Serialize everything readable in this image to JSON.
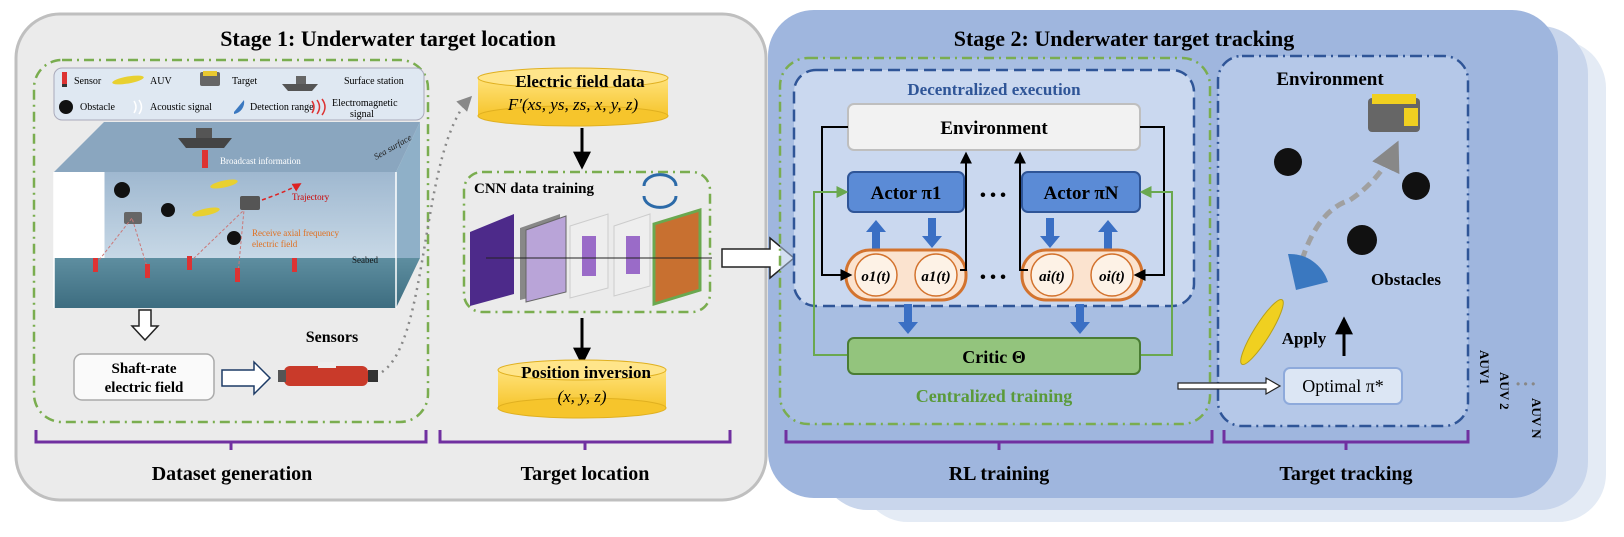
{
  "stage1": {
    "title": "Stage 1: Underwater target location",
    "legend": {
      "sensor": "Sensor",
      "auv": "AUV",
      "target": "Target",
      "surface_station": "Surface station",
      "obstacle": "Obstacle",
      "acoustic_signal": "Acoustic signal",
      "detection_range": "Detection range",
      "em_signal_line1": "Electromagnetic",
      "em_signal_line2": "signal"
    },
    "scene": {
      "sea_surface": "Sea surface",
      "broadcast": "Broadcast information",
      "trajectory": "Trajectory",
      "receive_line1": "Receive axial frequency",
      "receive_line2": "electric field",
      "seabed": "Seabed"
    },
    "shaft_rate_line1": "Shaft-rate",
    "shaft_rate_line2": "electric field",
    "sensors": "Sensors",
    "electric_field_data": "Electric field data",
    "electric_field_formula": "F′(xs, ys, zs, x, y, z)",
    "cnn_training": "CNN data training",
    "position_inversion": "Position inversion",
    "position_formula": "(x, y, z)",
    "dataset_generation": "Dataset generation",
    "target_location": "Target location"
  },
  "stage2": {
    "title": "Stage 2: Underwater target tracking",
    "decentralized_execution": "Decentralized execution",
    "environment_box": "Environment",
    "actor_1": "Actor π1",
    "actor_n": "Actor πN",
    "ellipsis": "• • •",
    "obs_1": "o1(t)",
    "act_1": "a1(t)",
    "act_i": "ai(t)",
    "obs_i": "oi(t)",
    "critic": "Critic Θ",
    "centralized_training": "Centralized training",
    "environment_title": "Environment",
    "obstacles": "Obstacles",
    "apply": "Apply",
    "optimal": "Optimal π*",
    "auv1": "AUV1",
    "auv2": "AUV 2",
    "auvn": "AUV N",
    "rl_training": "RL training",
    "target_tracking": "Target tracking"
  }
}
